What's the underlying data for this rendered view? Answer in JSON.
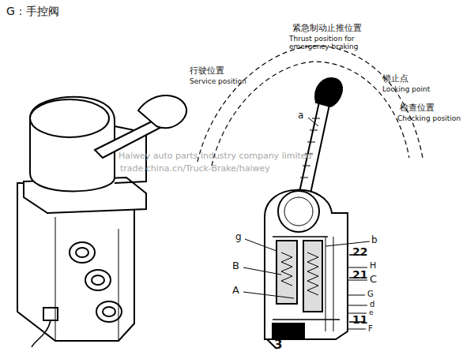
{
  "diagram": {
    "title": "G：手控阀",
    "labels": [
      "紧急制动止推位置",
      "Thrust position for emergency braking",
      "行驶位置",
      "Service position",
      "锁止点",
      "Locking point",
      "检查位置",
      "Checking position",
      "a",
      "g",
      "b",
      "22",
      "H",
      "B",
      "21",
      "C",
      "A",
      "G",
      "d",
      "e",
      "11",
      "F",
      "3",
      "Haiwey auto parts industry company limited",
      "trade.china.cn/Truck-Brake/haiwey"
    ]
  }
}
